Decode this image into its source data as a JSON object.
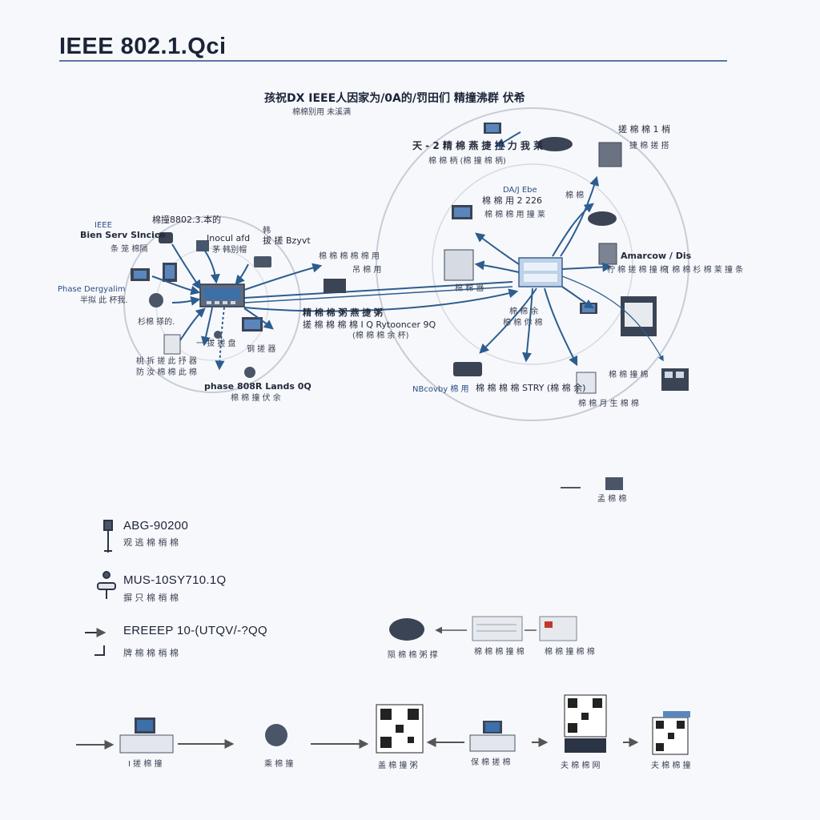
{
  "title": "IEEE 802.1.Qci",
  "top_heading": {
    "line1": "孩祝DX IEEE人因家为/0A的/罚田们 精撞沸群 伏希",
    "line2": "棉棉别用 未溪满"
  },
  "left_cluster": {
    "label_ieee": "IEEE",
    "label_bien": "Bien Serv Slncice",
    "label_bien_sub": "条 笼 棉隔",
    "label_top": "棉撞8802.3.本的",
    "label_inoculatd": "Inocul afd",
    "label_inoculatd_sub": "茅 韩别帽",
    "label_bzmt_top": "韩",
    "label_bzmt": "拔 搓 Bzyvt",
    "label_phase": "Phase Dergyalim",
    "label_phase_sub": "半拟 此 杯我.",
    "label_left_mid": "杉棉 搽的.",
    "label_center_low": "一 拔 搓 盘",
    "label_center_low2": "钢 搓 器",
    "label_bottom_left": "桃 拆 搓 此 抒 器",
    "label_bottom_left2": "防 汝 棉 棉 此 棉",
    "label_bottom": "phase 808R Lands 0Q",
    "label_bottom_sub": "棉 棉 撞 伏 余",
    "label_right1": "棉 棉 棉 棉 棉 用",
    "label_right2": "吊 棉 用"
  },
  "link_label": {
    "line1": "精 棉 棉 粥 燕 捷 粥",
    "line2": "搓 棉 棉  棉 棉 I Q Rytooncer 9Q",
    "line3": "(棉 棉 棉 余 杯)"
  },
  "right_cluster": {
    "label_top_mid": "天 - 2 精 棉 燕 捷 拉 力 我 莱",
    "label_top_mid_sub": "棉 棉 柄 (棉 撞 棉 柄)",
    "label_top_right": "搓 棉 棉 1 梢",
    "label_top_right_sub": "捷 棉 搓 搭",
    "label_inner": "DA/J Ebe",
    "label_inner2": "棉 棉 用 2 226",
    "label_inner3": "棉 棉 棉 用 撞 莱",
    "label_inner_right": "棉 棉",
    "label_ama": "Amarcow / Dis",
    "label_ama_sub": "柠 棉 搓 棉 撞 棉",
    "label_ama_right": "[ 棉 棉 杉 棉 莱 撞 条",
    "label_mid": "棉 棉 器",
    "label_center": "棉 棉 余",
    "label_center2": "棉 棉 你 棉",
    "label_ncbottom": "NBcovby 棉 用",
    "label_ncbottom2": "棉 棉 棉 棉 STRY (棉 棉 余)",
    "label_br": "棉 棉 撞 棉",
    "label_br2": "棉 棉 月 生 棉 棉"
  },
  "mid_right_label": "孟 棉 棉",
  "legend": [
    {
      "code": "ABG-90200",
      "sub": "观 逃 棉 梢 棉"
    },
    {
      "code": "MUS-10SY710.1Q",
      "sub": "摒 只 棉 梢 棉"
    },
    {
      "code": "EREEEP 10-(UTQV/-?QQ",
      "sub": "牌 棉 棉 梢 棉"
    }
  ],
  "mid_chain": [
    "陨 棉 棉 粥 撑",
    "棉 棉 棉 撞 棉",
    "棉 棉 撞 棉 棉"
  ],
  "bottom_chain": [
    "I 搓 棉 撞",
    "乘 棉 撞",
    "盖 棉 撞 粥",
    "保 棉 搓 棉",
    "夫 棉 棉 网",
    "夫 棉 棉 撞"
  ],
  "colors": {
    "arrow": "#2c5d8f",
    "ring": "#c8ccd6",
    "rule": "#5a76a6",
    "device": "#4a5568",
    "screen": "#3d6fa8"
  }
}
